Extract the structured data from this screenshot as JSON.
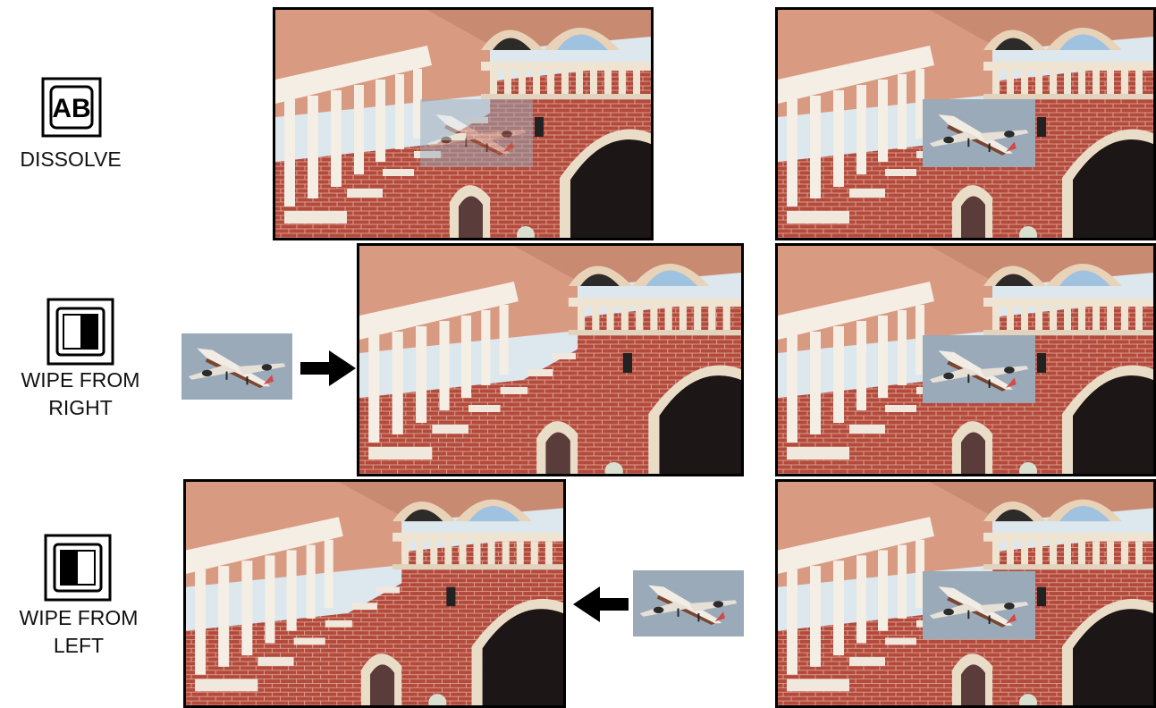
{
  "effects": [
    {
      "id": "dissolve",
      "label_lines": [
        "DISSOLVE"
      ],
      "icon": "dissolve-ab-icon"
    },
    {
      "id": "wipe-right",
      "label_lines": [
        "WIPE FROM",
        "RIGHT"
      ],
      "icon": "wipe-from-right-icon"
    },
    {
      "id": "wipe-left",
      "label_lines": [
        "WIPE FROM",
        "LEFT"
      ],
      "icon": "wipe-from-left-icon"
    }
  ],
  "icon_letters": "AB",
  "dissolve_inset_opacity": 0.5,
  "colors": {
    "wall": "#b8463c",
    "sky": "#dbe6ee",
    "stucco": "#d99a82",
    "plane_bg": "#8a9bac"
  }
}
